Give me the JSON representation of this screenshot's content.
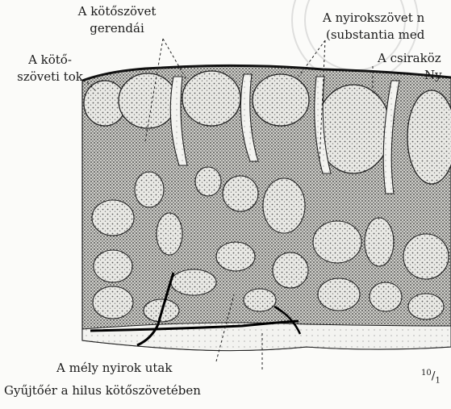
{
  "labels": {
    "trabeculae": [
      "A kötőszövet",
      "gerendái"
    ],
    "capsule": [
      "A kötő-",
      "szöveti tok"
    ],
    "medulla": [
      "A nyirokszövet n",
      "(substantia med"
    ],
    "germinal": [
      "A csiraköz",
      "Ny"
    ],
    "deep_lymph": "A mély nyirok utak",
    "collector": "Gyűjtőér a hilus kötőszövetében",
    "magnification": {
      "num": "10",
      "den": "1"
    }
  },
  "colors": {
    "ink": "#1a1a1a",
    "paper": "#fbfbf9",
    "tissue": "#e6e6e2",
    "stamp": "#cfcfcf"
  }
}
